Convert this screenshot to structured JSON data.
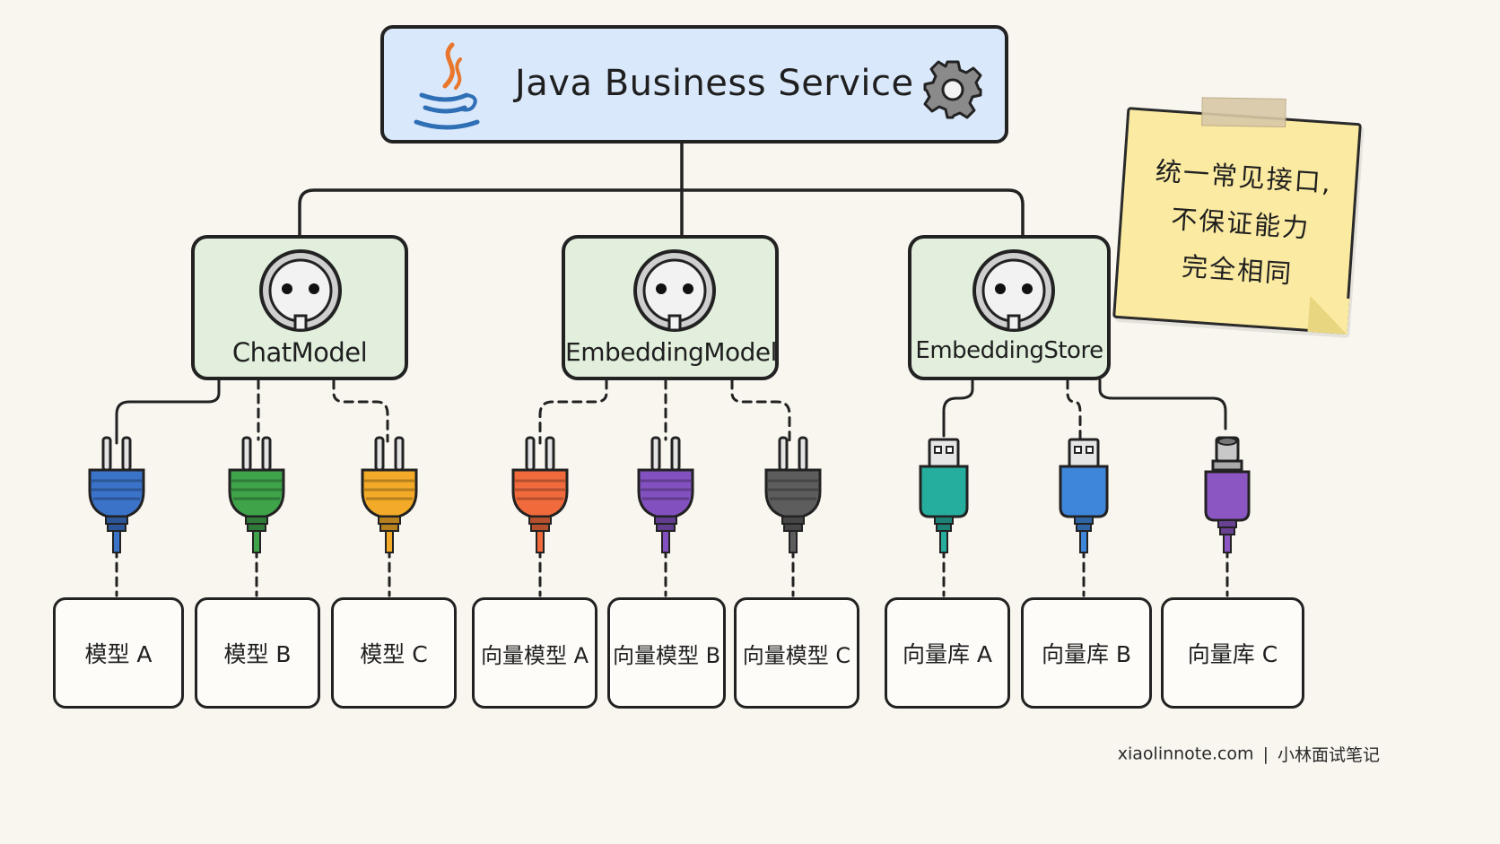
{
  "service": {
    "title": "Java Business Service"
  },
  "interfaces": [
    {
      "label": "ChatModel"
    },
    {
      "label": "EmbeddingModel"
    },
    {
      "label": "EmbeddingStore"
    }
  ],
  "implementations": [
    {
      "label": "模型 A",
      "plug_color": "#3b73c9",
      "plug_type": "plug-icon"
    },
    {
      "label": "模型 B",
      "plug_color": "#3fa34a",
      "plug_type": "plug-icon"
    },
    {
      "label": "模型 C",
      "plug_color": "#f2aa28",
      "plug_type": "plug-icon"
    },
    {
      "label": "向量模型 A",
      "plug_color": "#f06a3c",
      "plug_type": "plug-icon"
    },
    {
      "label": "向量模型 B",
      "plug_color": "#8251bf",
      "plug_type": "plug-icon"
    },
    {
      "label": "向量模型 C",
      "plug_color": "#5d5d5d",
      "plug_type": "plug-icon"
    },
    {
      "label": "向量库 A",
      "plug_color": "#25ad9d",
      "plug_type": "usb-plug-icon"
    },
    {
      "label": "向量库 B",
      "plug_color": "#3e86da",
      "plug_type": "usb-plug-icon"
    },
    {
      "label": "向量库 C",
      "plug_color": "#8b56c2",
      "plug_type": "round-plug-icon"
    }
  ],
  "note": {
    "lines": [
      "统一常见接口,",
      "不保证能力",
      "完全相同"
    ],
    "color": "#fbeaa1"
  },
  "watermark": {
    "site": "xiaolinnote.com",
    "separator": "|",
    "name": "小林面试笔记"
  }
}
